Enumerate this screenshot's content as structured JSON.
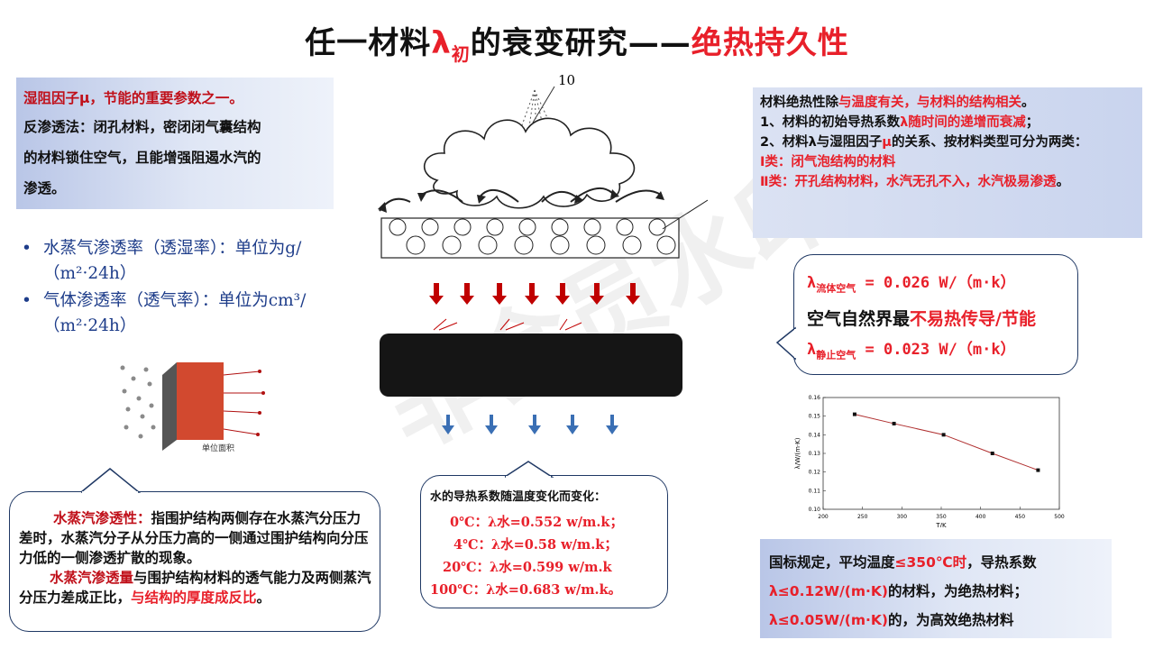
{
  "title": {
    "pre": "任一材料",
    "lambda": "λ",
    "sub": "初",
    "mid": "的衰变研究——",
    "post": "绝热持久性"
  },
  "box1": {
    "line1": "湿阻因子μ，节能的重要参数之一。",
    "line2": "反渗透法：闭孔材料，密闭闭气囊结构",
    "line3": "的材料锁住空气，且能增强阻遏水汽的",
    "line4": "渗透。"
  },
  "bullets": [
    "水蒸气渗透率（透湿率）：单位为g/（m²·24h）",
    "气体渗透率（透气率）：单位为cm³/（m²·24h）"
  ],
  "diagram": {
    "label_top": "10",
    "label_area": "单位面积"
  },
  "box2": {
    "r1": "水蒸汽渗透性：",
    "t1": "指围护结构两侧存在水蒸汽分压力差时，水蒸汽分子从分压力高的一侧通过围护结构向分压力低的一侧渗透扩散的现象。",
    "r2": "水蒸汽渗透量",
    "t2": "与围护结构材料的透气能力及两侧蒸汽分压力差成正比，",
    "r3": "与结构的厚度成反比",
    "t3": "。"
  },
  "box3": {
    "heading": "水的导热系数随温度变化而变化：",
    "lines": [
      "0℃：λ水=0.552 w/m.k；",
      "4℃：λ水=0.58  w/m.k；",
      "20℃：λ水=0.599 w/m.k",
      "100℃：λ水=0.683 w/m.k。"
    ]
  },
  "box4": {
    "a1": "材料绝热性除",
    "a2": "与温度有关，与材料的结构相关",
    "a3": "。",
    "b1": "1、材料的初始导热系数",
    "b2": "λ随时间的递增而衰减",
    "b3": "；",
    "c1": "2、材料λ与湿阻因子",
    "c2": "μ",
    "c3": "的关系、按材料类型可分为两类：",
    "d": "Ⅰ类：闭气泡结构的材料",
    "e": "Ⅱ类：开孔结构材料，水汽无孔不入，水汽极易渗透",
    "e2": "。"
  },
  "box5": {
    "l1a": "λ",
    "l1sub": "流体空气",
    "l1b": "= 0.026 W/（m·k）",
    "mid1": "空气自然界最",
    "mid2": "不易热传导/节能",
    "l2a": "λ",
    "l2sub": "静止空气",
    "l2b": "= 0.023 W/（m·k）"
  },
  "chart_data": {
    "type": "line",
    "xlabel": "T/K",
    "ylabel": "λ/W/(m·K)",
    "xlim": [
      200,
      500
    ],
    "ylim": [
      0.1,
      0.16
    ],
    "xticks": [
      "200",
      "250",
      "300",
      "350",
      "400",
      "450",
      "500"
    ],
    "yticks": [
      "0.10",
      "0.11",
      "0.12",
      "0.13",
      "0.14",
      "0.15",
      "0.16"
    ],
    "x": [
      240,
      290,
      353,
      415,
      473
    ],
    "y": [
      0.151,
      0.146,
      0.14,
      0.13,
      0.121
    ]
  },
  "box6": {
    "l1a": "国标规定，平均温度",
    "l1b": "≤350℃时",
    "l1c": "，导热系数",
    "l2a": "λ≤0.12W/(m·K)",
    "l2b": "的材料，为绝热材料；",
    "l3a": "λ≤0.05W/(m·K)",
    "l3b": "的，为高效绝热材料"
  },
  "watermark": "非会员水印"
}
